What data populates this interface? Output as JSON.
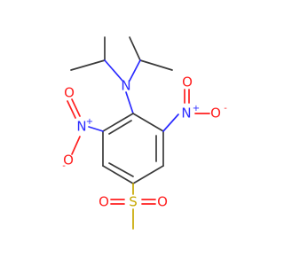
{
  "atom_colors": {
    "carbon": "#3a3a3a",
    "nitrogen": "#2b2bff",
    "oxygen": "#ff1f1f",
    "sulfur": "#c7a800"
  },
  "labels": {
    "amine_n": "N",
    "left_nitro_n": "N",
    "left_nitro_n_charge": "+",
    "left_nitro_o_minus": "O",
    "left_nitro_o_minus_charge": "-",
    "right_nitro_n": "N",
    "right_nitro_n_charge": "+",
    "right_nitro_o_minus": "O",
    "right_nitro_o_minus_charge": "-",
    "left_nitro_o": "O",
    "right_nitro_o": "O",
    "sulfur": "S",
    "sulfonyl_o_left": "O",
    "sulfonyl_o_right": "O"
  }
}
